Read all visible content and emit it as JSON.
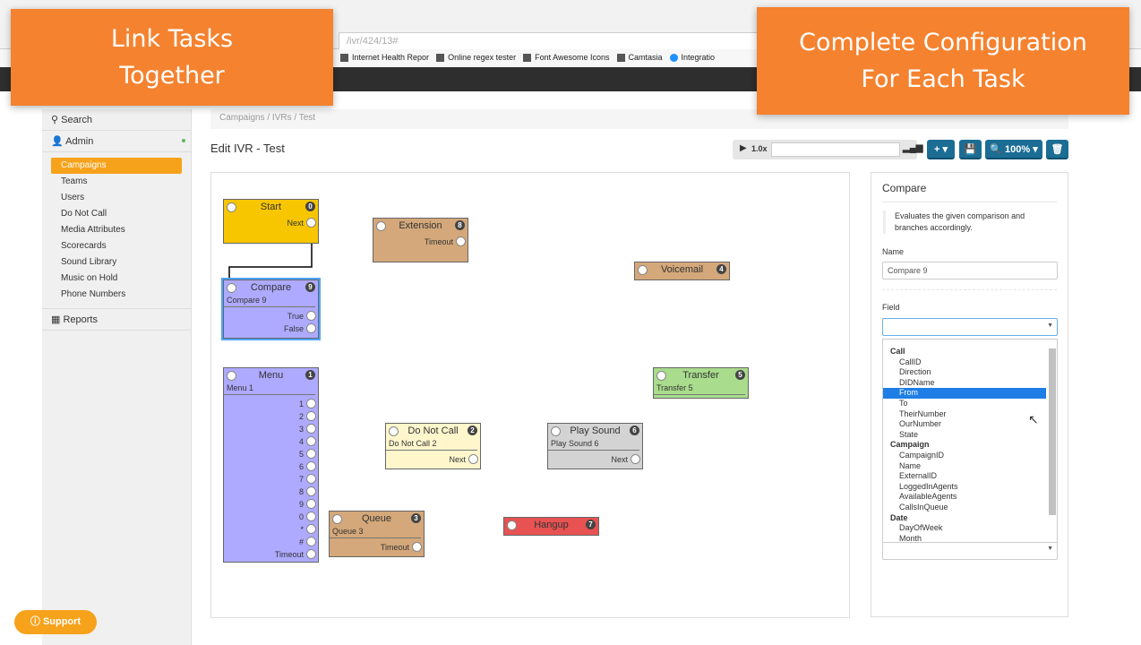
{
  "browser": {
    "url": "/ivr/424/13#",
    "bookmarks": [
      "Internet Health Repor",
      "Online regex tester",
      "Font Awesome Icons",
      "Camtasia",
      "Integratio"
    ]
  },
  "breadcrumb": "Campaigns / IVRs / Test",
  "sidebar": {
    "search": "Search",
    "admin": "Admin",
    "items": [
      {
        "label": "Campaigns",
        "active": true
      },
      {
        "label": "Teams"
      },
      {
        "label": "Users"
      },
      {
        "label": "Do Not Call"
      },
      {
        "label": "Media Attributes"
      },
      {
        "label": "Scorecards"
      },
      {
        "label": "Sound Library"
      },
      {
        "label": "Music on Hold"
      },
      {
        "label": "Phone Numbers"
      }
    ],
    "reports": "Reports"
  },
  "page_title": "Edit IVR - Test",
  "toolbar": {
    "speed": "1.0x",
    "add": "+ ▾",
    "save": "💾",
    "zoom": "🔍 100% ▾",
    "delete": "🗑"
  },
  "nodes": [
    {
      "id": "start",
      "title": "Start",
      "badge": "0",
      "sub": "",
      "outputs": [
        "Next"
      ],
      "color": "#f7c600"
    },
    {
      "id": "extension",
      "title": "Extension",
      "badge": "8",
      "sub": "",
      "outputs": [
        "Timeout"
      ],
      "color": "#d4a87a"
    },
    {
      "id": "voicemail",
      "title": "Voicemail",
      "badge": "4",
      "sub": "",
      "outputs": [],
      "color": "#d4a87a"
    },
    {
      "id": "compare",
      "title": "Compare",
      "badge": "9",
      "sub": "Compare 9",
      "outputs": [
        "True",
        "False"
      ],
      "color": "#aeaaff"
    },
    {
      "id": "menu",
      "title": "Menu",
      "badge": "1",
      "sub": "Menu 1",
      "outputs": [
        "1",
        "2",
        "3",
        "4",
        "5",
        "6",
        "7",
        "8",
        "9",
        "0",
        "*",
        "#",
        "Timeout"
      ],
      "color": "#aeaaff"
    },
    {
      "id": "transfer",
      "title": "Transfer",
      "badge": "5",
      "sub": "Transfer 5",
      "outputs": [],
      "color": "#a9dc8c"
    },
    {
      "id": "donotcall",
      "title": "Do Not Call",
      "badge": "2",
      "sub": "Do Not Call 2",
      "outputs": [
        "Next"
      ],
      "color": "#fff6cc"
    },
    {
      "id": "playsound",
      "title": "Play Sound",
      "badge": "6",
      "sub": "Play Sound 6",
      "outputs": [
        "Next"
      ],
      "color": "#d3d3d3"
    },
    {
      "id": "queue",
      "title": "Queue",
      "badge": "3",
      "sub": "Queue 3",
      "outputs": [
        "Timeout"
      ],
      "color": "#d4a87a"
    },
    {
      "id": "hangup",
      "title": "Hangup",
      "badge": "7",
      "sub": "",
      "outputs": [],
      "color": "#e85252"
    }
  ],
  "panel": {
    "title": "Compare",
    "description": "Evaluates the given comparison and branches accordingly.",
    "name_label": "Name",
    "name_value": "Compare 9",
    "field_label": "Field",
    "field_value": "",
    "options": [
      {
        "group": "Call",
        "items": [
          "CallID",
          "Direction",
          "DIDName",
          "From",
          "To",
          "TheirNumber",
          "OurNumber",
          "State"
        ]
      },
      {
        "group": "Campaign",
        "items": [
          "CampaignID",
          "Name",
          "ExternalID",
          "LoggedInAgents",
          "AvailableAgents",
          "CallsInQueue"
        ]
      },
      {
        "group": "Date",
        "items": [
          "DayOfWeek",
          "Month"
        ]
      }
    ],
    "selected_option": "From"
  },
  "overlays": {
    "left": [
      "Link Tasks",
      "Together"
    ],
    "right": [
      "Complete Configuration",
      "For Each Task"
    ]
  },
  "support": "Support"
}
